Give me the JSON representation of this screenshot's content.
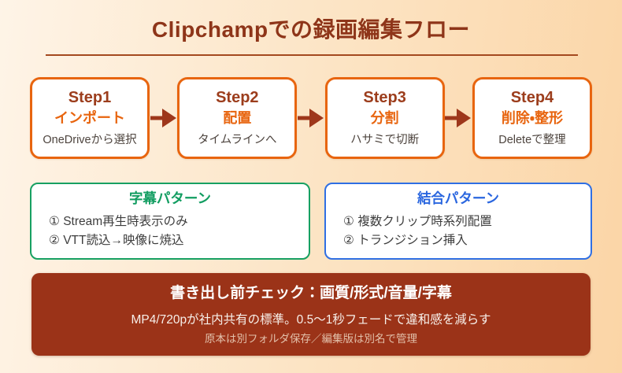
{
  "title": "Clipchampでの録画編集フロー",
  "steps": [
    {
      "step": "Step1",
      "action": "インポート",
      "detail": "OneDriveから選択"
    },
    {
      "step": "Step2",
      "action": "配置",
      "detail": "タイムラインへ"
    },
    {
      "step": "Step3",
      "action": "分割",
      "detail": "ハサミで切断"
    },
    {
      "step": "Step4",
      "action": "削除・整形",
      "detail": "Deleteで整理"
    }
  ],
  "patterns": [
    {
      "title": "字幕パターン",
      "items": [
        "① Stream再生時表示のみ",
        "② VTT読込→映像に焼込"
      ]
    },
    {
      "title": "結合パターン",
      "items": [
        "① 複数クリップ時系列配置",
        "② トランジション挿入"
      ]
    }
  ],
  "footer": {
    "title": "書き出し前チェック：画質/形式/音量/字幕",
    "line1": "MP4/720pが社内共有の標準。0.5～1秒フェードで違和感を減らす",
    "line2": "原本は別フォルダ保存／編集版は別名で管理"
  },
  "colors": {
    "background_from": "#FEF4E7",
    "background_to": "#FBD5A6",
    "title_text": "#8E3519",
    "accent_orange": "#E8650F",
    "step_number_text": "#9C3D1C",
    "arrow": "#9E371B",
    "pattern_green": "#129D61",
    "pattern_blue": "#2A66DF",
    "footer_background": "#9B3318",
    "footer_note_text": "#E2BFA9"
  }
}
